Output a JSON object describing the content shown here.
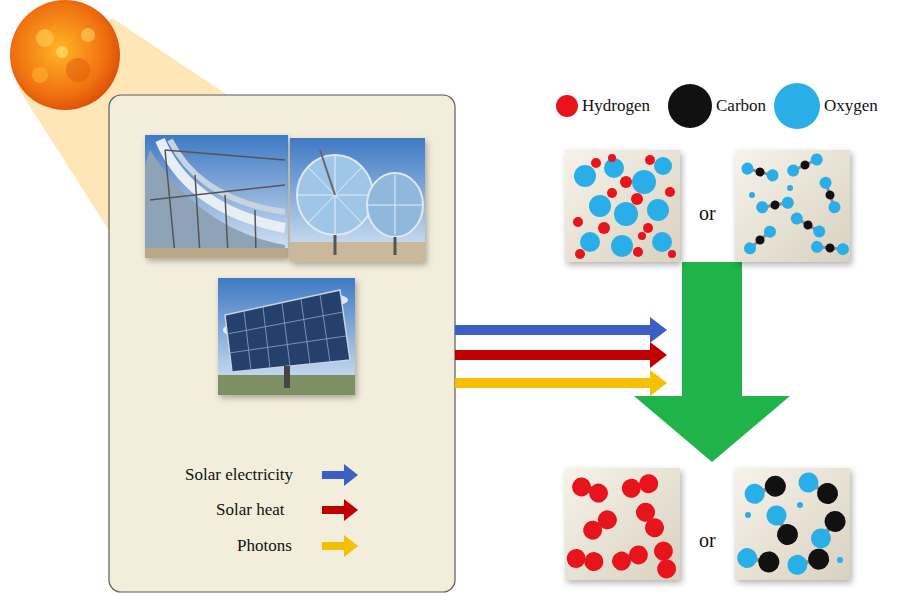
{
  "diagram": {
    "labels": [
      "or",
      "or"
    ],
    "legend": [
      {
        "text": "Solar electricity"
      },
      {
        "text": "Solar heat"
      },
      {
        "text": "Photons"
      },
      {
        "text": "Hydrogen",
        "color": "#e8141c"
      },
      {
        "text": "Carbon",
        "color": "#111111"
      },
      {
        "text": "Oxygen",
        "color": "#29aee8"
      }
    ]
  }
}
